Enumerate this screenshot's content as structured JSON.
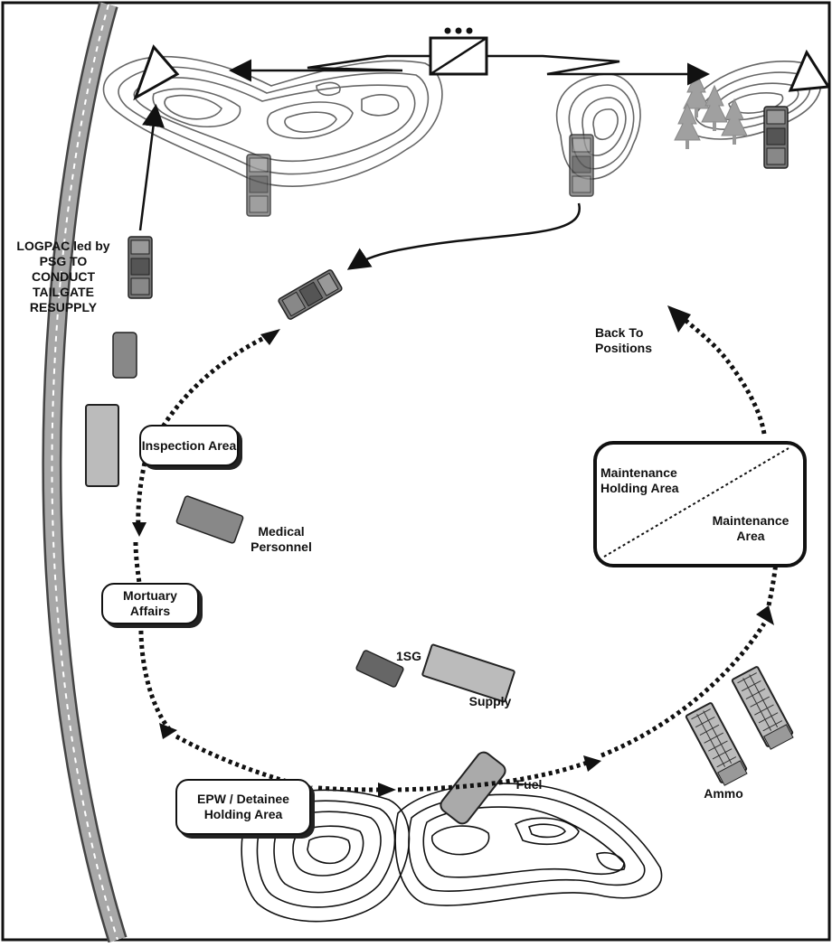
{
  "diagram": {
    "labels": {
      "logpac": "LOGPAC led by PSG TO CONDUCT TAILGATE RESUPPLY",
      "inspection_area": "Inspection Area",
      "medical_personnel": "Medical Personnel",
      "mortuary_affairs": "Mortuary Affairs",
      "epw_holding": "EPW / Detainee Holding Area",
      "first_sergeant": "1SG",
      "supply": "Supply",
      "fuel": "Fuel",
      "ammo": "Ammo",
      "maintenance_holding": "Maintenance Holding Area",
      "maintenance_area": "Maintenance Area",
      "back_to_positions": "Back To Positions"
    },
    "unit_symbol": "supply-unit-icon",
    "colors": {
      "ink": "#111111",
      "road": "#9a9a9a",
      "vehicle": "#6b6b6b",
      "tree": "#9a9a9a",
      "contour": "#666666"
    }
  }
}
